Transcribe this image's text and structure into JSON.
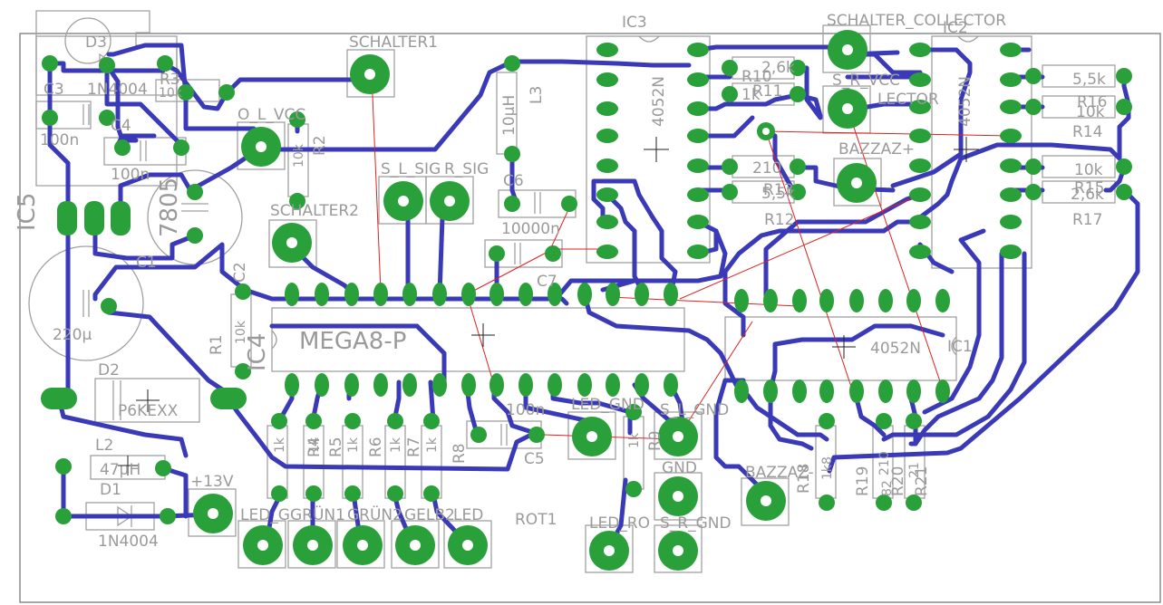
{
  "labels": {
    "schalter1": "SCHALTER1",
    "schalter2": "SCHALTER2",
    "schalter_collector": "SCHALTER_COLLECTOR",
    "o_l_vcc": "O_L_VCC",
    "s_r_vcc": "S_R_VCC",
    "collector": "LECTOR",
    "s_l_sig": "S_L_SIG",
    "s_r_sig": "R_SIG",
    "bazzaz_plus": "BAZZAZ+",
    "bazzaz_minus": "BAZZAZ-",
    "led_gnd": "LED_GND",
    "s_l_gnd": "S_L_GND",
    "gnd": "GND",
    "s_r_gnd": "S_R_GND",
    "led_r": "LED_RO",
    "led_g": "LED_G",
    "gruen1": "GRÜN1",
    "gruen2": "GRÜN2",
    "gelb": "GELB2",
    "rot1": "ROT1",
    "led": "LED",
    "ic1": "IC1",
    "ic2": "IC2",
    "ic3": "IC3",
    "ic4": "IC4",
    "ic5": "IC5",
    "mega8": "MEGA8-P",
    "chip_4052_a": "4052N",
    "chip_4052_b": "4052N",
    "chip_4052_c": "4052N",
    "c1": "C1",
    "c1_val": "220µ",
    "c2": "C2",
    "c3": "C3",
    "c3_val": "100n",
    "c4": "C4",
    "c4_val": "100n",
    "c5": "C5",
    "c5_val": "100n",
    "c6": "C6",
    "c6_val": "10000n",
    "c7": "C7",
    "reg_7805": "7805",
    "d1": "D1",
    "d1_val": "1N4004",
    "d2": "D2",
    "d2_val": "P6KEXX",
    "d3": "D3",
    "d3_val": "1N4004",
    "l2": "L2",
    "l2_val": "47µH",
    "l3": "L3",
    "l3_val": "10µH",
    "plus13v": "+13V",
    "r1": "R1",
    "r1_val": "10k",
    "r2": "R2",
    "r2_val": "10k",
    "r3": "R3",
    "r3_val": "10k",
    "r4": "R4",
    "r5": "R5",
    "r6": "R6",
    "r7": "R7",
    "r8": "R8",
    "r9": "R9",
    "r1k": "1k",
    "r10": "R10",
    "r11": "R11",
    "r12": "R12",
    "r13": "R13",
    "r14": "R14",
    "r15": "R15",
    "r16": "R16",
    "r17": "R17",
    "r18": "R18",
    "r19": "R19",
    "r20": "R20",
    "r21": "R21",
    "v26k": "2,6k",
    "v1k": "1k",
    "v210": "210",
    "v55k": "5,5k",
    "v10k": "10k",
    "v26kb": "2,6k",
    "v1k8": "1k8",
    "v210b": "210",
    "v82": "82",
    "v21": "21"
  },
  "colors": {
    "trace": "#3a3ab8",
    "pad": "#2aa03a",
    "ratsnest": "#e02020",
    "silkscreen": "#a0a0a0"
  }
}
